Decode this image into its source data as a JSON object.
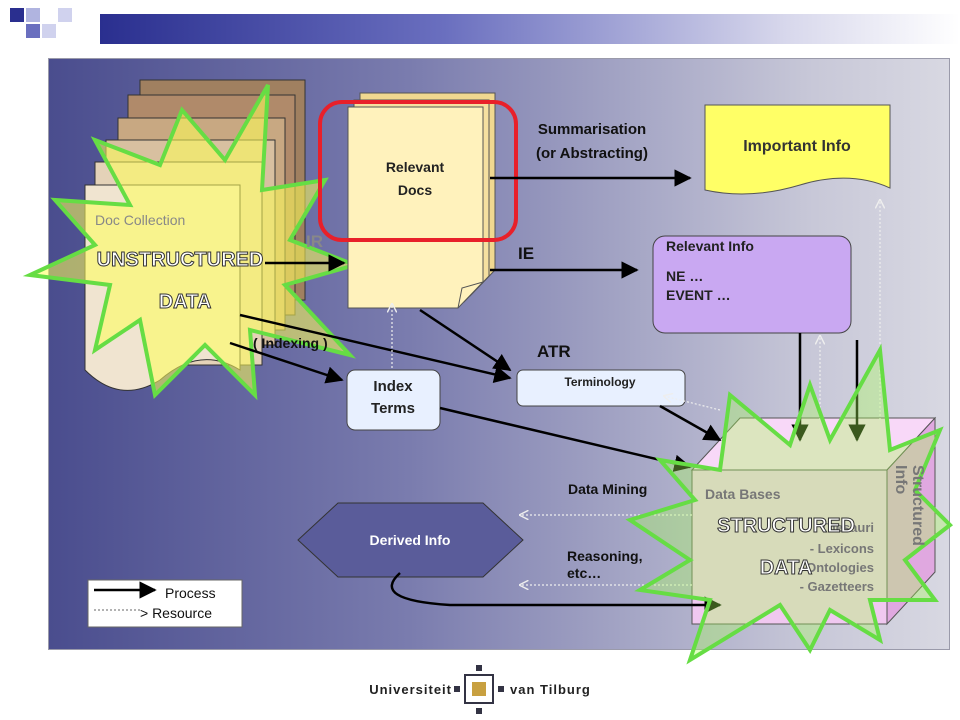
{
  "doc_collection": "Doc Collection",
  "unstructured_label": "UNSTRUCTURED",
  "unstructured_data": "DATA",
  "ir_label": "IR",
  "relevant_docs": [
    "Relevant",
    "Docs"
  ],
  "summarisation": [
    "Summarisation",
    "(or Abstracting)"
  ],
  "important_info": "Important Info",
  "ie_label": "IE",
  "relevant_info": {
    "title": "Relevant Info",
    "line1": "NE …",
    "line2": "EVENT …"
  },
  "indexing": "( Indexing )",
  "atr_label": "ATR",
  "index_terms": [
    "Index",
    "Terms"
  ],
  "terminology": "Terminology",
  "data_mining": "Data Mining",
  "data_bases": "Data Bases",
  "db_items": [
    "- Lexicons",
    "- Ontologies",
    "- Gazetteers"
  ],
  "db_partial": "Thesauri",
  "structured_info": [
    "Structured",
    "Info"
  ],
  "structured_label": "STRUCTURED",
  "structured_data": "DATA",
  "derived_info": "Derived Info",
  "reasoning": [
    "Reasoning,",
    "etc…"
  ],
  "legend": {
    "process": "Process",
    "resource": "> Resource"
  },
  "university": {
    "left": "Universiteit",
    "right": "van Tilburg"
  },
  "colors": {
    "burst_fill": "#ffff66",
    "burst_stroke": "#66dd44",
    "highlight": "#e8202a",
    "relevant_info_fill": "#c9a8f2",
    "db_fill": "#f0c8f0"
  }
}
